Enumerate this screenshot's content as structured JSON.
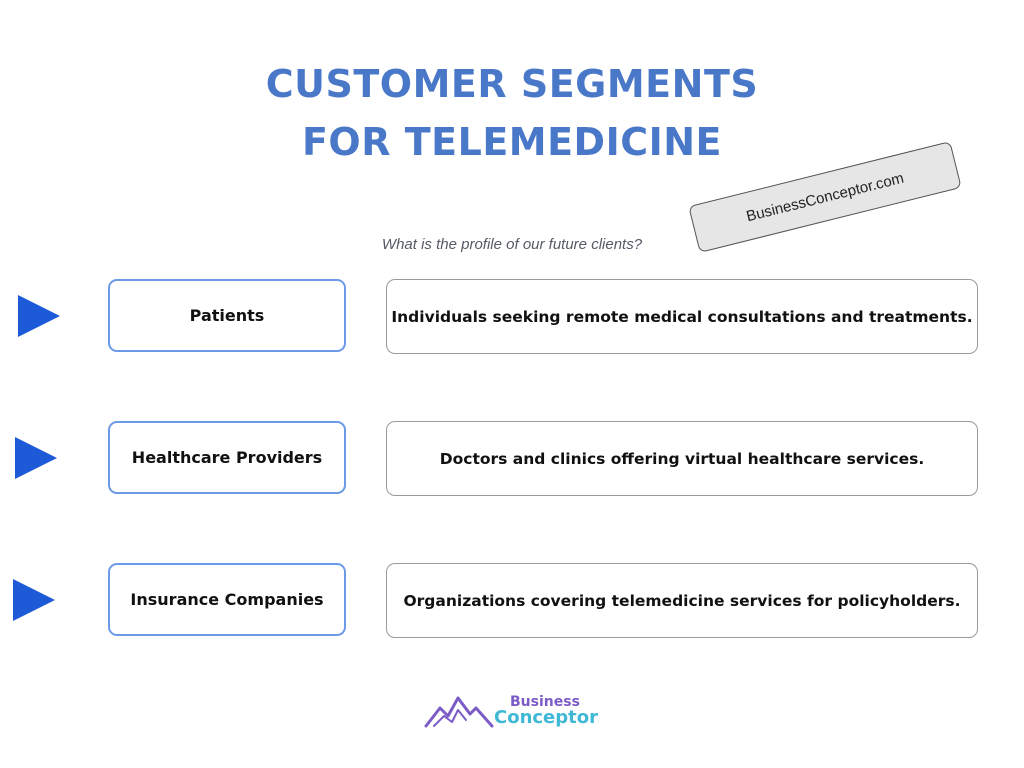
{
  "title": {
    "line1": "CUSTOMER SEGMENTS",
    "line2": "FOR TELEMEDICINE"
  },
  "watermark": "BusinessConceptor.com",
  "subtitle": "What is the profile of our future clients?",
  "segments": [
    {
      "label": "Patients",
      "description": "Individuals seeking remote medical consultations and treatments."
    },
    {
      "label": "Healthcare Providers",
      "description": "Doctors and clinics offering virtual healthcare services."
    },
    {
      "label": "Insurance Companies",
      "description": "Organizations covering telemedicine services for policyholders."
    }
  ],
  "logo": {
    "word1": "Business",
    "word2": "Conceptor",
    "icon": "mountains-icon"
  },
  "colors": {
    "title": "#4a78c8",
    "arrow": "#1d5ad8",
    "label_border": "#6a9ae8",
    "desc_border": "#9a9a9a",
    "logo_purple": "#7b5cc7",
    "logo_teal": "#3fb8d6"
  }
}
